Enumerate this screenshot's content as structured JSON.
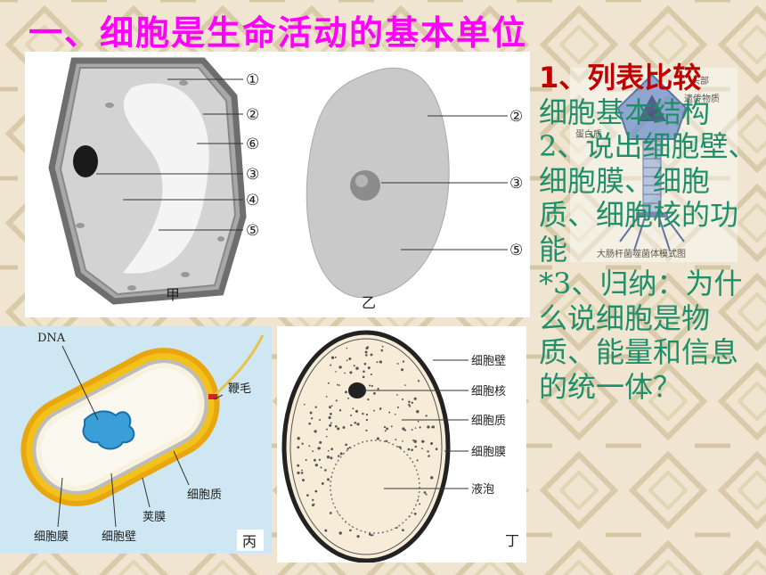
{
  "title": "一、细胞是生命活动的基本单位",
  "panels": {
    "jia": {
      "caption": "甲",
      "markers": [
        "①",
        "②",
        "⑥",
        "③",
        "④",
        "⑤"
      ]
    },
    "yi": {
      "caption": "乙",
      "markers": [
        "②",
        "③",
        "⑤"
      ]
    },
    "bing": {
      "caption": "丙",
      "labels": {
        "dna": "DNA",
        "flagellum": "鞭毛",
        "cytoplasm": "细胞质",
        "capsule": "荚膜",
        "cell_membrane": "细胞膜",
        "cell_wall": "细胞壁"
      }
    },
    "ding": {
      "caption": "丁",
      "labels": [
        "细胞壁",
        "细胞核",
        "细胞质",
        "细胞膜",
        "液泡"
      ]
    }
  },
  "phage_labels": {
    "head": "头部",
    "genetic_material": "遗传物质",
    "protein_coat": "蛋白质",
    "caption": "大肠杆菌噬菌体模式图"
  },
  "right_text": {
    "item1_head": "1、列表比较",
    "item1_body": "细胞基本结构",
    "item2": "2、说出细胞壁、细胞膜、细胞质、细胞核的功能",
    "item3": "*3、归纳：为什么说细胞是物质、能量和信息的统一体？"
  },
  "colors": {
    "title": "#ff00ff",
    "text": "#1f8f6a",
    "highlight": "#c00000"
  }
}
